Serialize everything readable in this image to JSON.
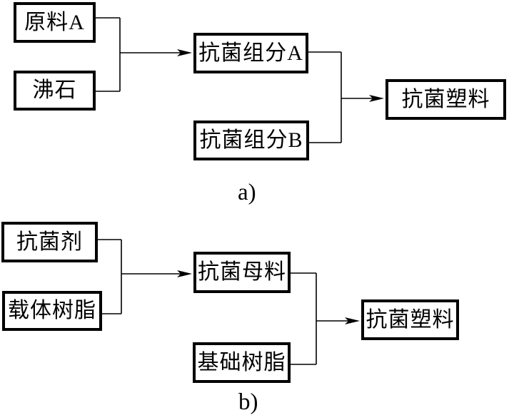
{
  "diagram": {
    "colors": {
      "line": "#000000",
      "box_border": "#000000",
      "background": "#ffffff",
      "text": "#000000"
    },
    "chart_a": {
      "label": "a)",
      "nodes": {
        "raw_material_a": "原料A",
        "zeolite": "沸石",
        "component_a": "抗菌组分A",
        "component_b": "抗菌组分B",
        "output": "抗菌塑料"
      }
    },
    "chart_b": {
      "label": "b)",
      "nodes": {
        "antibacterial_agent": "抗菌剂",
        "carrier_resin": "载体树脂",
        "masterbatch": "抗菌母料",
        "base_resin": "基础树脂",
        "output": "抗菌塑料"
      }
    }
  }
}
